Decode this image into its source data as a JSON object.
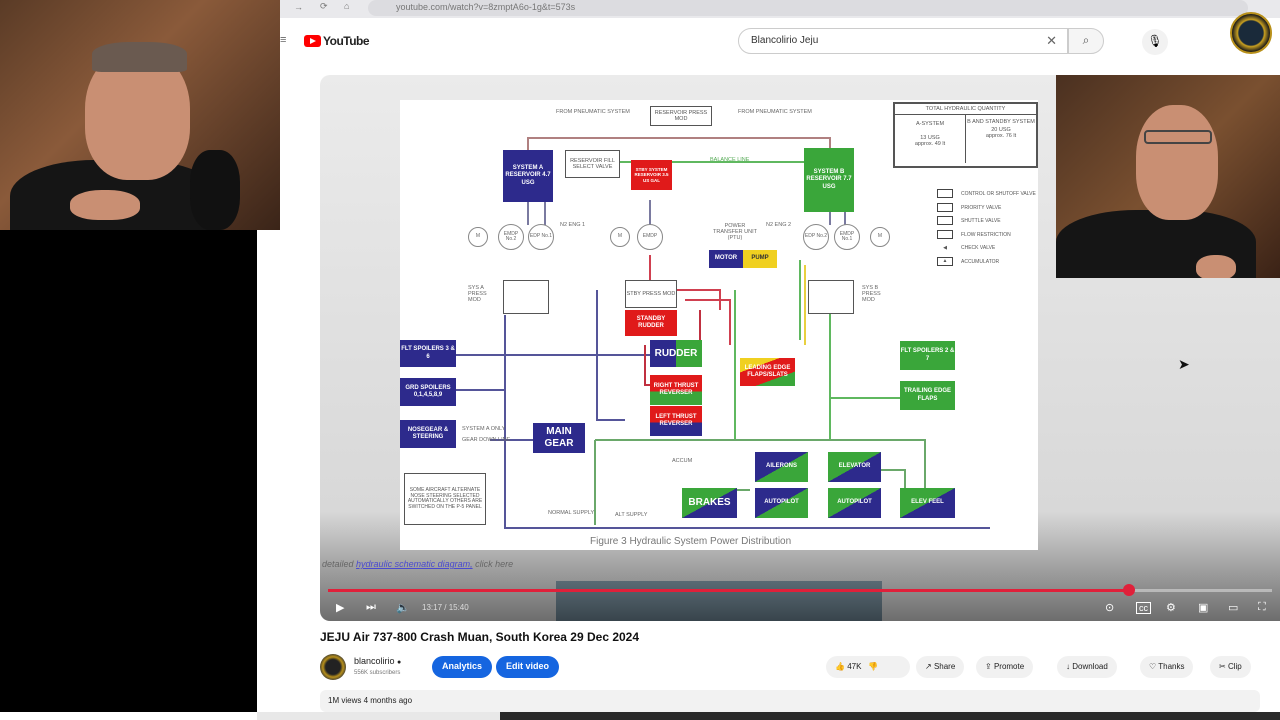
{
  "browser": {
    "url": "youtube.com/watch?v=8zmptA6o-1g&t=573s"
  },
  "youtube": {
    "logo": "YouTube",
    "search_value": "Blancolirio Jeju"
  },
  "video": {
    "current_time": "13:17",
    "duration": "15:40",
    "time_display": "13:17 / 15:40",
    "progress_fraction": 0.848,
    "title": "JEJU Air 737-800 Crash Muan, South Korea 29 Dec 2024",
    "caption_prefix": "detailed",
    "caption_link": "hydraulic schematic diagram,",
    "caption_suffix": "click here"
  },
  "diagram": {
    "figure_caption": "Figure 3     Hydraulic System Power Distribution",
    "from_pneumatic": "FROM PNEUMATIC SYSTEM",
    "reservoir_press": "RESERVOIR PRESS MOD",
    "sys_a_res": "SYSTEM A RESERVOIR 4.7 USG",
    "fill_valve": "RESERVOIR FILL SELECT VALVE",
    "stby_res": "STBY SYSTEM RESERVOIR 3.5 US GAL",
    "balance_line": "BALANCE LINE",
    "sys_b_res": "SYSTEM B RESERVOIR 7.7 USG",
    "emdp2": "EMDP No.2",
    "edp1": "EDP No.1",
    "n2eng1": "N2 ENG 1",
    "emdp": "EMDP",
    "m": "M",
    "ptu": "POWER TRANSFER UNIT (PTU)",
    "motor": "MOTOR",
    "pump": "PUMP",
    "n2eng2": "N2 ENG 2",
    "edp2": "EDP No.2",
    "emdp1": "EMDP No.1",
    "sys_a_press": "SYS A PRESS MOD",
    "sys_b_press": "SYS B PRESS MOD",
    "stby_press": "STBY PRESS MOD",
    "stby_rudder": "STANDBY RUDDER",
    "rudder": "RUDDER",
    "flt_spoilers_a": "FLT SPOILERS 3 & 6",
    "gnd_spoilers": "GRD SPOILERS 0,1,4,5,8,9",
    "nosegear": "NOSEGEAR & STEERING",
    "system_a_only": "SYSTEM A ONLY",
    "gear_down_line": "GEAR DOWN LINE",
    "main_gear": "MAIN GEAR",
    "right_reverser": "RIGHT THRUST REVERSER",
    "left_reverser": "LEFT THRUST REVERSER",
    "leading_edge": "LEADING EDGE FLAPS/SLATS",
    "flt_spoilers_b": "FLT SPOILERS 2 & 7",
    "trailing_edge": "TRAILING EDGE FLAPS",
    "ailerons": "AILERONS",
    "elevator": "ELEVATOR",
    "autopilot": "AUTOPILOT",
    "elev_feel": "ELEV FEEL",
    "brakes": "BRAKES",
    "normal_supply": "NORMAL SUPPLY",
    "alt_supply": "ALT SUPPLY",
    "accum": "ACCUM",
    "note": "SOME AIRCRAFT ALTERNATE NOSE STEERING SELECTED AUTOMATICALLY OTHERS ARE SWITCHED ON THE P-5 PANEL",
    "total_title": "TOTAL HYDRAULIC QUANTITY",
    "a_system": "A-SYSTEM",
    "a_qty": "13 USG",
    "a_approx": "approx. 49 lt",
    "b_system": "B AND STANDBY SYSTEM",
    "b_qty": "20 USG",
    "b_approx": "approx. 76 lt",
    "legend": [
      "CONTROL OR SHUTOFF VALVE",
      "PRIORITY VALVE",
      "SHUTTLE VALVE",
      "FLOW RESTRICTION",
      "CHECK VALVE",
      "ACCUMULATOR"
    ]
  },
  "channel": {
    "name": "blancolirio",
    "subscribers": "556K subscribers",
    "views_line": "1M views  4 months ago"
  },
  "buttons": {
    "analytics": "Analytics",
    "edit_video": "Edit video",
    "likes": "47K",
    "share": "Share",
    "promote": "Promote",
    "download": "Download",
    "thanks": "Thanks",
    "clip": "Clip"
  },
  "colors": {
    "system_a": "#2d2a8c",
    "system_b": "#3aa63a",
    "standby": "#e01a1a",
    "progress": "#e0203a",
    "button": "#1565e0"
  }
}
